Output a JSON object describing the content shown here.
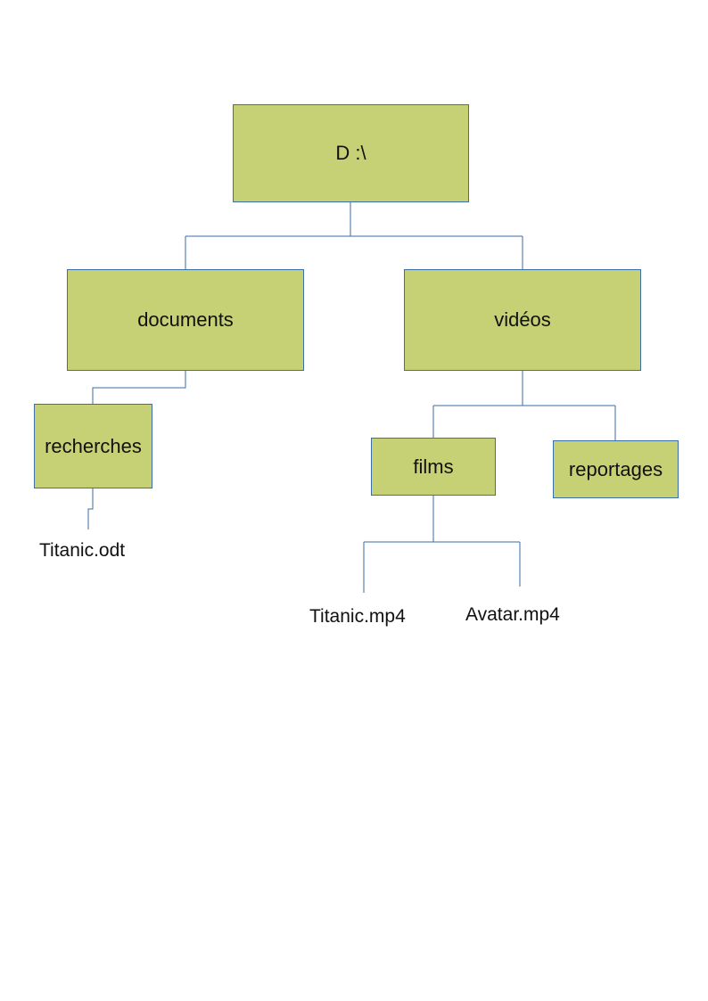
{
  "tree": {
    "root": {
      "label": "D :\\"
    },
    "documents": {
      "label": "documents"
    },
    "videos": {
      "label": "vidéos"
    },
    "recherches": {
      "label": "recherches"
    },
    "films": {
      "label": "films"
    },
    "reportages": {
      "label": "reportages"
    },
    "files": {
      "titanic_odt": "Titanic.odt",
      "titanic_mp4": "Titanic.mp4",
      "avatar_mp4": "Avatar.mp4"
    }
  },
  "colors": {
    "node_fill": "#c5d174",
    "node_border": "#3a6ea5",
    "connector": "#3a6ea5"
  }
}
